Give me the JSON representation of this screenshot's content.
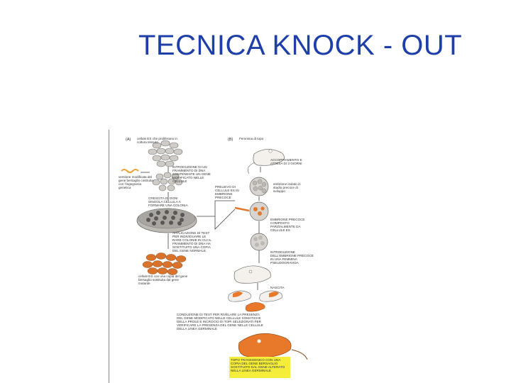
{
  "slide": {
    "title": "TECNICA KNOCK - OUT"
  },
  "figure": {
    "panel_a_label": "(A)",
    "panel_a_caption": "cellule ES che proliferano in coltura tessuto",
    "panel_b_label": "(B)",
    "panel_b_caption": "Femmina di topo",
    "step_introduction": "INTRODUZIONE DI UN FRAMMENTO DI DNA CONTENENTE UN GENE MODIFICATO NELLE CELLULE",
    "vector_note": "versione modificata del gene bersaglio costruita con l'ingegneria genetica",
    "step_growth": "CRESCITA DI OGNI SINGOLA CELLULA A FORMARE UNA COLONIA",
    "step_take": "PRELIEVO DI CELLULE ES IN EMBRIONE PRECOCE",
    "step_test": "APPLICAZIONE DI TEST PER INDIVIDUARE LE RARE COLONIE IN CUI IL FRAMMENTO DI DNA HA SOSTITUITO UNA COPIA DEL GENE NORMALE",
    "es_cells_note": "cellule ES con una copia del gene bersaglio sostituita dal gene mutante",
    "step_mating": "ACCOPPIAMENTO E ATTESA DI 3 GIORNI",
    "embryo_note": "embrione isolato in stadio precoce di sviluppo",
    "step_early_embryo": "EMBRIONE PRECOCE COMPOSTO PARZIALMENTE DA CELLULE ES",
    "step_implant": "INTRODUZIONE DELL'EMBRIONE PRECOCE IN UNA FEMMINA PSEUDOGRAVIDA",
    "step_birth": "NASCITA",
    "step_conduct": "CONDUZIONE DI TEST PER RIVELARE LA PRESENZA DEL GENE MODIFICATO NELLE CELLULE SOMATICHE DELLA PROLE E INCROCIO DI TOPI SELEZIONATI PER VERIFICARE LA PRESENZA DEL GENE NELLE CELLULE DELLA LINEA GERMINALE",
    "step_transgenic": "TOPO TRANSGENICO CON UNA COPIA DEL GENE BERSAGLIO SOSTITUITO DAL GENE ALTERATO NELLA LINEA GERMINALE",
    "colors": {
      "cell_fill": "#c9c6c2",
      "mouse_orange": "#e8782a",
      "transgenic_box": "#f4ee3a",
      "arrow": "#444444",
      "title": "#1f3fa8"
    }
  }
}
